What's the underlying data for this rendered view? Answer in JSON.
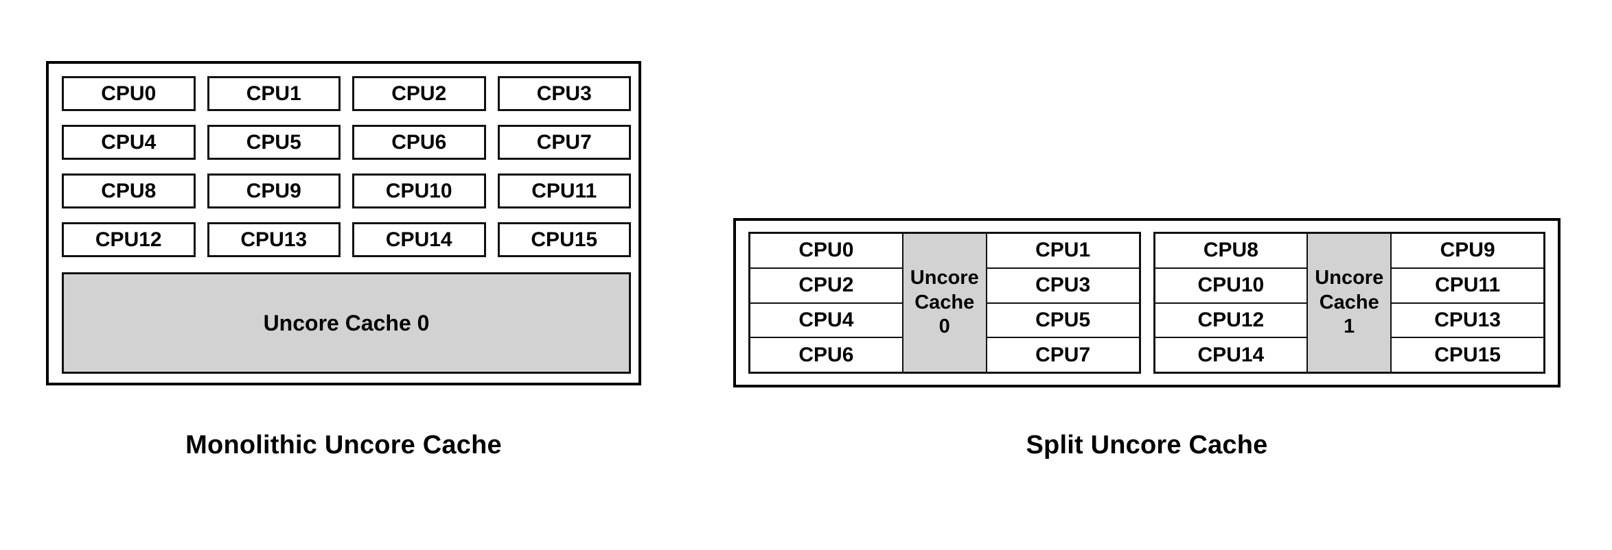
{
  "figures": [
    {
      "id": "monolithic",
      "caption": "Monolithic Uncore Cache",
      "cpus": [
        "CPU0",
        "CPU1",
        "CPU2",
        "CPU3",
        "CPU4",
        "CPU5",
        "CPU6",
        "CPU7",
        "CPU8",
        "CPU9",
        "CPU10",
        "CPU11",
        "CPU12",
        "CPU13",
        "CPU14",
        "CPU15"
      ],
      "cache_label": "Uncore Cache 0"
    },
    {
      "id": "split",
      "caption": "Split Uncore Cache",
      "sockets": [
        {
          "left_cpus": [
            "CPU0",
            "CPU2",
            "CPU4",
            "CPU6"
          ],
          "cache_line1": "Uncore",
          "cache_line2": "Cache",
          "cache_line3": "0",
          "right_cpus": [
            "CPU1",
            "CPU3",
            "CPU5",
            "CPU7"
          ]
        },
        {
          "left_cpus": [
            "CPU8",
            "CPU10",
            "CPU12",
            "CPU14"
          ],
          "cache_line1": "Uncore",
          "cache_line2": "Cache",
          "cache_line3": "1",
          "right_cpus": [
            "CPU9",
            "CPU11",
            "CPU13",
            "CPU15"
          ]
        }
      ]
    }
  ],
  "colors": {
    "cache_fill": "#d2d2d2",
    "border": "#000000",
    "background": "#ffffff",
    "text": "#000000"
  }
}
